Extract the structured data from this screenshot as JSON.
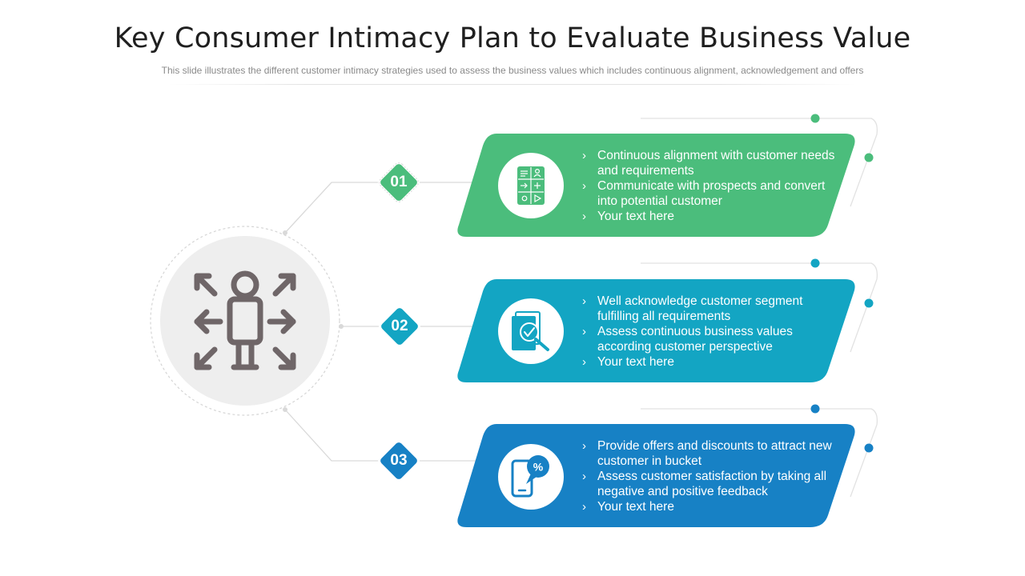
{
  "title": "Key Consumer Intimacy Plan to Evaluate Business Value",
  "subtitle": "This slide illustrates the different  customer intimacy strategies used to assess the business values  which includes continuous alignment,  acknowledgement  and offers",
  "colors": {
    "green": "#4bbd7c",
    "teal": "#13a5c3",
    "blue": "#1781c5",
    "icon_gray": "#6f6668"
  },
  "center_icon": "person-arrows-icon",
  "steps": [
    {
      "number": "01",
      "icon": "checklist-grid-icon",
      "bullets": [
        "Continuous alignment with customer needs and requirements",
        "Communicate with prospects and convert into potential customer",
        "Your text here"
      ]
    },
    {
      "number": "02",
      "icon": "document-magnifier-icon",
      "bullets": [
        "Well acknowledge customer segment fulfilling all requirements",
        "Assess continuous business values according customer perspective",
        "Your text here"
      ]
    },
    {
      "number": "03",
      "icon": "mobile-discount-icon",
      "bullets": [
        "Provide offers and discounts to attract new customer in bucket",
        "Assess customer satisfaction by taking all negative and positive feedback",
        "Your text here"
      ]
    }
  ]
}
